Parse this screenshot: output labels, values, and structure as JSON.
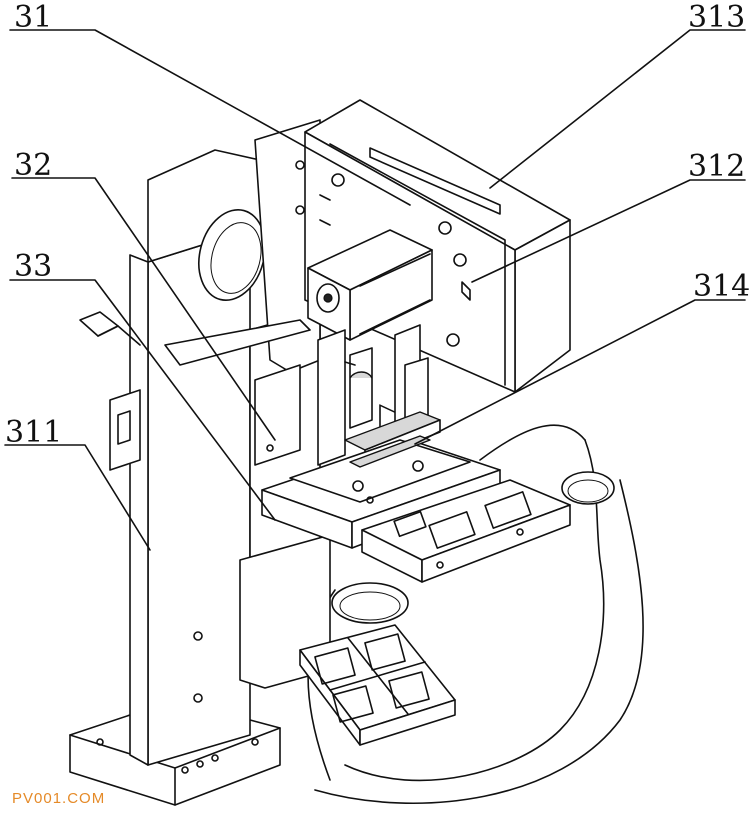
{
  "figure": {
    "callouts": [
      {
        "id": "c31",
        "label": "31"
      },
      {
        "id": "c32",
        "label": "32"
      },
      {
        "id": "c33",
        "label": "33"
      },
      {
        "id": "c311",
        "label": "311"
      },
      {
        "id": "c313",
        "label": "313"
      },
      {
        "id": "c312",
        "label": "312"
      },
      {
        "id": "c314",
        "label": "314"
      }
    ],
    "watermark": "PV001.COM"
  }
}
